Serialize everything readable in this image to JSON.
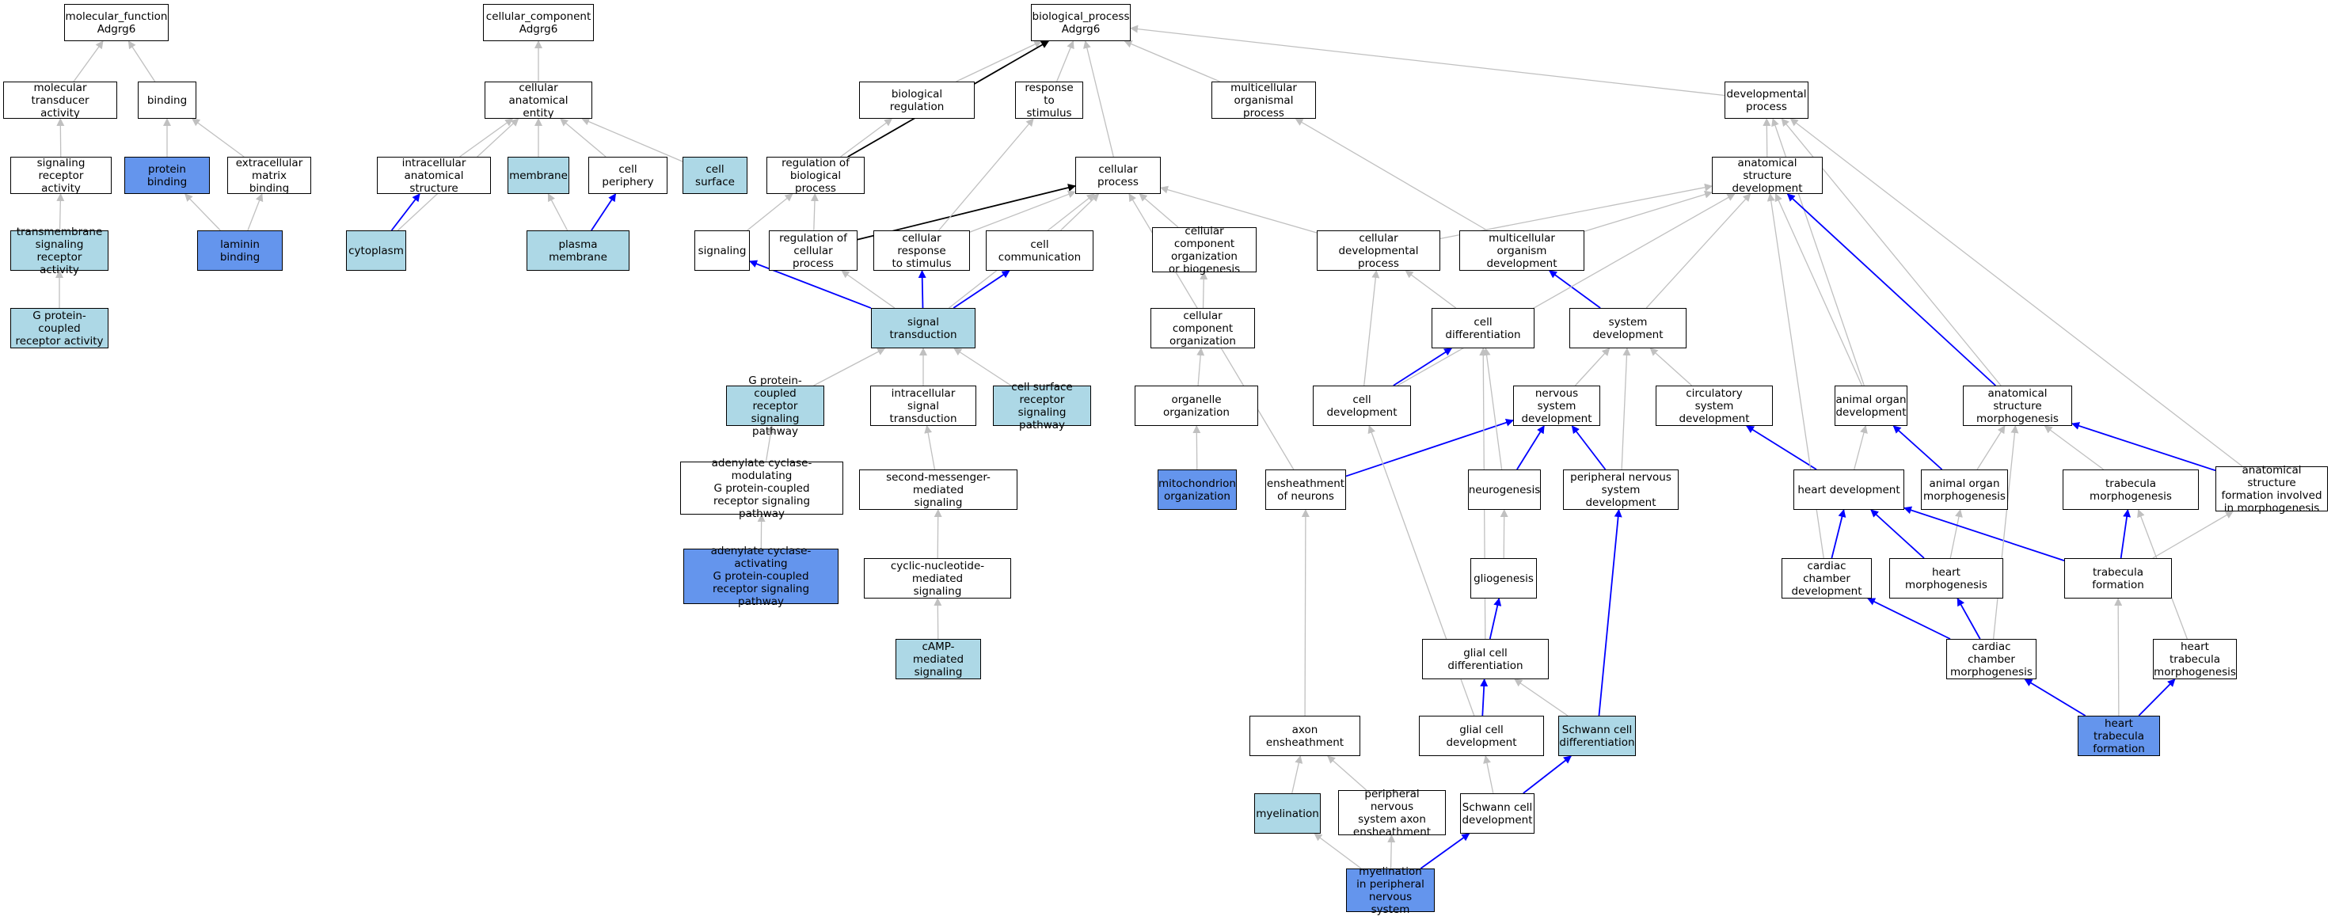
{
  "graph": {
    "colors": {
      "gray_edge": "#c0c0c0",
      "blue_edge": "#0000ff",
      "black_edge": "#000000",
      "light_blue_fill": "#add8e6",
      "cornflower_fill": "#6495ed",
      "white_fill": "#ffffff"
    },
    "nodes": {
      "mf_root": "molecular_function\nAdgrg6",
      "mol_transducer": "molecular transducer\nactivity",
      "binding": "binding",
      "sig_receptor": "signaling receptor\nactivity",
      "protein_binding": "protein binding",
      "ecm_binding": "extracellular\nmatrix binding",
      "tm_receptor": "transmembrane\nsignaling receptor\nactivity",
      "laminin_binding": "laminin binding",
      "gpcr_activity": "G protein-coupled\nreceptor activity",
      "cc_root": "cellular_component\nAdgrg6",
      "cell_anat_entity": "cellular anatomical\nentity",
      "intracell_anat": "intracellular\nanatomical structure",
      "membrane": "membrane",
      "cell_periphery": "cell periphery",
      "cell_surface": "cell surface",
      "cytoplasm": "cytoplasm",
      "plasma_membrane": "plasma membrane",
      "bp_root": "biological_process\nAdgrg6",
      "bio_regulation": "biological regulation",
      "response_stimulus": "response to\nstimulus",
      "multicell_proc": "multicellular\norganismal process",
      "dev_process": "developmental\nprocess",
      "reg_bio_proc": "regulation of\nbiological process",
      "cellular_process": "cellular process",
      "anat_struct_dev": "anatomical structure\ndevelopment",
      "signaling": "signaling",
      "reg_cell_proc": "regulation of\ncellular process",
      "cell_resp_stim": "cellular response\nto stimulus",
      "cell_comm": "cell communication",
      "cc_org_biogen": "cellular component\norganization\nor biogenesis",
      "cell_dev_proc": "cellular developmental\nprocess",
      "multicell_org_dev": "multicellular\norganism development",
      "signal_transduction": "signal transduction",
      "cc_org": "cellular component\norganization",
      "cell_diff": "cell differentiation",
      "system_dev": "system development",
      "gpcr_pathway": "G protein-coupled\nreceptor signaling\npathway",
      "intracell_sig": "intracellular\nsignal transduction",
      "cell_surf_rec": "cell surface\nreceptor signaling\npathway",
      "organelle_org": "organelle organization",
      "cell_development": "cell development",
      "nervous_sys_dev": "nervous system\ndevelopment",
      "circ_sys_dev": "circulatory\nsystem development",
      "animal_organ_dev": "animal organ\ndevelopment",
      "anat_struct_morph": "anatomical structure\nmorphogenesis",
      "adenylate_mod": "adenylate cyclase-modulating\nG protein-coupled\nreceptor signaling\npathway",
      "second_messenger": "second-messenger-mediated\nsignaling",
      "mito_org": "mitochondrion\norganization",
      "ensheath_neurons": "ensheathment\nof neurons",
      "neurogenesis": "neurogenesis",
      "pns_dev": "peripheral nervous\nsystem development",
      "heart_dev": "heart development",
      "animal_organ_morph": "animal organ\nmorphogenesis",
      "trabecula_morph": "trabecula morphogenesis",
      "anat_form_morph": "anatomical structure\nformation involved\nin morphogenesis",
      "adenylate_act": "adenylate cyclase-activating\nG protein-coupled\nreceptor signaling\npathway",
      "cyclic_nuc": "cyclic-nucleotide-mediated\nsignaling",
      "gliogenesis": "gliogenesis",
      "cardiac_chamber_dev": "cardiac chamber\ndevelopment",
      "heart_morph": "heart morphogenesis",
      "trabecula_formation": "trabecula formation",
      "camp_sig": "cAMP-mediated\nsignaling",
      "glial_diff": "glial cell differentiation",
      "cardiac_chamber_morph": "cardiac chamber\nmorphogenesis",
      "heart_trab_morph": "heart trabecula\nmorphogenesis",
      "axon_ensheath": "axon ensheathment",
      "glial_dev": "glial cell development",
      "schwann_diff": "Schwann cell\ndifferentiation",
      "heart_trab_form": "heart trabecula\nformation",
      "myelination": "myelination",
      "pns_axon_ensheath": "peripheral nervous\nsystem axon\nensheathment",
      "schwann_dev": "Schwann cell\ndevelopment",
      "myelin_pns": "myelination\nin peripheral\nnervous system"
    },
    "node_fill": {
      "protein_binding": "cornflower",
      "laminin_binding": "cornflower",
      "tm_receptor": "light_blue",
      "gpcr_activity": "light_blue",
      "membrane": "light_blue",
      "cell_surface": "light_blue",
      "cytoplasm": "light_blue",
      "plasma_membrane": "light_blue",
      "signal_transduction": "light_blue",
      "gpcr_pathway": "light_blue",
      "cell_surf_rec": "light_blue",
      "mito_org": "cornflower",
      "adenylate_act": "cornflower",
      "camp_sig": "light_blue",
      "schwann_diff": "light_blue",
      "heart_trab_form": "cornflower",
      "myelination": "light_blue",
      "myelin_pns": "cornflower"
    },
    "edges": [
      [
        "mol_transducer",
        "mf_root",
        "gray"
      ],
      [
        "binding",
        "mf_root",
        "gray"
      ],
      [
        "sig_receptor",
        "mol_transducer",
        "gray"
      ],
      [
        "protein_binding",
        "binding",
        "gray"
      ],
      [
        "ecm_binding",
        "binding",
        "gray"
      ],
      [
        "tm_receptor",
        "sig_receptor",
        "gray"
      ],
      [
        "laminin_binding",
        "protein_binding",
        "gray"
      ],
      [
        "laminin_binding",
        "ecm_binding",
        "gray"
      ],
      [
        "gpcr_activity",
        "tm_receptor",
        "gray"
      ],
      [
        "cell_anat_entity",
        "cc_root",
        "gray"
      ],
      [
        "intracell_anat",
        "cell_anat_entity",
        "gray"
      ],
      [
        "membrane",
        "cell_anat_entity",
        "gray"
      ],
      [
        "cell_periphery",
        "cell_anat_entity",
        "gray"
      ],
      [
        "cell_surface",
        "cell_anat_entity",
        "gray"
      ],
      [
        "cytoplasm",
        "cell_anat_entity",
        "gray"
      ],
      [
        "cytoplasm",
        "intracell_anat",
        "blue"
      ],
      [
        "plasma_membrane",
        "membrane",
        "gray"
      ],
      [
        "plasma_membrane",
        "cell_periphery",
        "blue"
      ],
      [
        "bio_regulation",
        "bp_root",
        "gray"
      ],
      [
        "response_stimulus",
        "bp_root",
        "gray"
      ],
      [
        "multicell_proc",
        "bp_root",
        "gray"
      ],
      [
        "dev_process",
        "bp_root",
        "gray"
      ],
      [
        "cellular_process",
        "bp_root",
        "gray"
      ],
      [
        "reg_bio_proc",
        "bp_root",
        "black"
      ],
      [
        "reg_bio_proc",
        "bio_regulation",
        "gray"
      ],
      [
        "signaling",
        "reg_bio_proc",
        "gray"
      ],
      [
        "reg_cell_proc",
        "reg_bio_proc",
        "gray"
      ],
      [
        "reg_cell_proc",
        "cellular_process",
        "black"
      ],
      [
        "cell_resp_stim",
        "response_stimulus",
        "gray"
      ],
      [
        "cell_resp_stim",
        "cellular_process",
        "gray"
      ],
      [
        "cell_comm",
        "cellular_process",
        "gray"
      ],
      [
        "cc_org_biogen",
        "cellular_process",
        "gray"
      ],
      [
        "cell_dev_proc",
        "cellular_process",
        "gray"
      ],
      [
        "cell_dev_proc",
        "anat_struct_dev",
        "gray"
      ],
      [
        "anat_struct_dev",
        "dev_process",
        "gray"
      ],
      [
        "multicell_org_dev",
        "multicell_proc",
        "gray"
      ],
      [
        "multicell_org_dev",
        "anat_struct_dev",
        "gray"
      ],
      [
        "signal_transduction",
        "signaling",
        "blue"
      ],
      [
        "signal_transduction",
        "reg_cell_proc",
        "gray"
      ],
      [
        "signal_transduction",
        "cell_resp_stim",
        "blue"
      ],
      [
        "signal_transduction",
        "cell_comm",
        "blue"
      ],
      [
        "signal_transduction",
        "cellular_process",
        "gray"
      ],
      [
        "cc_org",
        "cc_org_biogen",
        "gray"
      ],
      [
        "organelle_org",
        "cc_org",
        "gray"
      ],
      [
        "mito_org",
        "organelle_org",
        "gray"
      ],
      [
        "cell_diff",
        "cell_dev_proc",
        "gray"
      ],
      [
        "system_dev",
        "multicell_org_dev",
        "blue"
      ],
      [
        "system_dev",
        "anat_struct_dev",
        "gray"
      ],
      [
        "gpcr_pathway",
        "signal_transduction",
        "gray"
      ],
      [
        "intracell_sig",
        "signal_transduction",
        "gray"
      ],
      [
        "cell_surf_rec",
        "signal_transduction",
        "gray"
      ],
      [
        "adenylate_mod",
        "gpcr_pathway",
        "gray"
      ],
      [
        "adenylate_act",
        "adenylate_mod",
        "gray"
      ],
      [
        "second_messenger",
        "intracell_sig",
        "gray"
      ],
      [
        "cyclic_nuc",
        "second_messenger",
        "gray"
      ],
      [
        "camp_sig",
        "cyclic_nuc",
        "gray"
      ],
      [
        "cell_development",
        "cell_diff",
        "blue"
      ],
      [
        "cell_development",
        "cell_dev_proc",
        "gray"
      ],
      [
        "cell_development",
        "anat_struct_dev",
        "gray"
      ],
      [
        "nervous_sys_dev",
        "system_dev",
        "gray"
      ],
      [
        "circ_sys_dev",
        "system_dev",
        "gray"
      ],
      [
        "animal_organ_dev",
        "anat_struct_dev",
        "gray"
      ],
      [
        "animal_organ_dev",
        "dev_process",
        "gray"
      ],
      [
        "anat_struct_morph",
        "anat_struct_dev",
        "blue"
      ],
      [
        "anat_struct_morph",
        "dev_process",
        "gray"
      ],
      [
        "anat_form_morph",
        "anat_struct_morph",
        "blue"
      ],
      [
        "anat_form_morph",
        "dev_process",
        "gray"
      ],
      [
        "ensheath_neurons",
        "cellular_process",
        "gray"
      ],
      [
        "ensheath_neurons",
        "nervous_sys_dev",
        "blue"
      ],
      [
        "neurogenesis",
        "nervous_sys_dev",
        "blue"
      ],
      [
        "neurogenesis",
        "cell_diff",
        "gray"
      ],
      [
        "pns_dev",
        "nervous_sys_dev",
        "blue"
      ],
      [
        "pns_dev",
        "system_dev",
        "gray"
      ],
      [
        "heart_dev",
        "circ_sys_dev",
        "blue"
      ],
      [
        "heart_dev",
        "animal_organ_dev",
        "gray"
      ],
      [
        "animal_organ_morph",
        "animal_organ_dev",
        "blue"
      ],
      [
        "animal_organ_morph",
        "anat_struct_morph",
        "gray"
      ],
      [
        "trabecula_morph",
        "anat_struct_morph",
        "gray"
      ],
      [
        "gliogenesis",
        "neurogenesis",
        "gray"
      ],
      [
        "cardiac_chamber_dev",
        "heart_dev",
        "blue"
      ],
      [
        "cardiac_chamber_dev",
        "anat_struct_dev",
        "gray"
      ],
      [
        "heart_morph",
        "heart_dev",
        "blue"
      ],
      [
        "heart_morph",
        "animal_organ_morph",
        "gray"
      ],
      [
        "trabecula_formation",
        "trabecula_morph",
        "blue"
      ],
      [
        "trabecula_formation",
        "anat_form_morph",
        "gray"
      ],
      [
        "trabecula_formation",
        "heart_dev",
        "blue"
      ],
      [
        "glial_diff",
        "gliogenesis",
        "blue"
      ],
      [
        "glial_diff",
        "cell_diff",
        "gray"
      ],
      [
        "cardiac_chamber_morph",
        "cardiac_chamber_dev",
        "blue"
      ],
      [
        "cardiac_chamber_morph",
        "heart_morph",
        "blue"
      ],
      [
        "cardiac_chamber_morph",
        "anat_struct_morph",
        "gray"
      ],
      [
        "heart_trab_morph",
        "trabecula_morph",
        "gray"
      ],
      [
        "axon_ensheath",
        "ensheath_neurons",
        "gray"
      ],
      [
        "glial_dev",
        "glial_diff",
        "blue"
      ],
      [
        "glial_dev",
        "cell_development",
        "gray"
      ],
      [
        "schwann_diff",
        "glial_diff",
        "gray"
      ],
      [
        "schwann_diff",
        "pns_dev",
        "blue"
      ],
      [
        "heart_trab_form",
        "cardiac_chamber_morph",
        "blue"
      ],
      [
        "heart_trab_form",
        "heart_trab_morph",
        "blue"
      ],
      [
        "heart_trab_form",
        "trabecula_formation",
        "gray"
      ],
      [
        "myelination",
        "axon_ensheath",
        "gray"
      ],
      [
        "pns_axon_ensheath",
        "axon_ensheath",
        "gray"
      ],
      [
        "schwann_dev",
        "glial_dev",
        "gray"
      ],
      [
        "schwann_dev",
        "schwann_diff",
        "blue"
      ],
      [
        "myelin_pns",
        "myelination",
        "gray"
      ],
      [
        "myelin_pns",
        "pns_axon_ensheath",
        "gray"
      ],
      [
        "myelin_pns",
        "schwann_dev",
        "blue"
      ]
    ]
  }
}
